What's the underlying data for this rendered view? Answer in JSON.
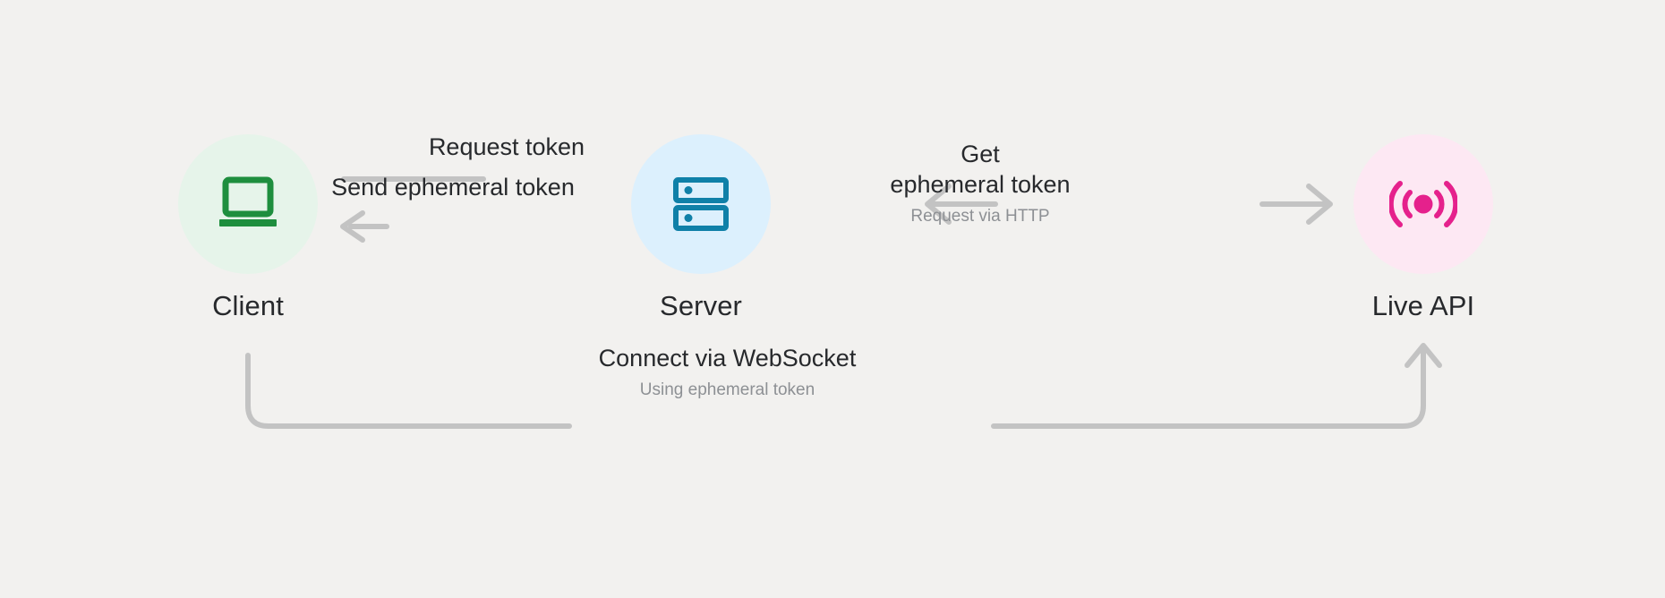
{
  "diagram": {
    "title": "Live API ephemeral token flow",
    "background_color": "#f2f1ef",
    "nodes": [
      {
        "id": "client",
        "label": "Client",
        "icon": "laptop-icon",
        "icon_color": "#1e8e3e",
        "circle_color": "#e6f4ea"
      },
      {
        "id": "server",
        "label": "Server",
        "icon": "server-rack-icon",
        "icon_color": "#0f80a8",
        "circle_color": "#dcf0fd"
      },
      {
        "id": "liveapi",
        "label": "Live API",
        "icon": "broadcast-signal-icon",
        "icon_color": "#e5218c",
        "circle_color": "#fde8f3"
      }
    ],
    "edges": [
      {
        "id": "request-token",
        "label": "Request token",
        "sublabel": "",
        "from": "client",
        "to": "server",
        "direction": "right"
      },
      {
        "id": "send-ephemeral-token",
        "label": "Send ephemeral token",
        "sublabel": "",
        "from": "server",
        "to": "client",
        "direction": "left"
      },
      {
        "id": "get-ephemeral-token",
        "label_line1": "Get",
        "label_line2": "ephemeral token",
        "label": "Get ephemeral token",
        "sublabel": "Request via HTTP",
        "from": "server",
        "to": "liveapi",
        "direction": "both"
      },
      {
        "id": "connect-websocket",
        "label": "Connect via WebSocket",
        "sublabel": "Using ephemeral token",
        "from": "client",
        "to": "liveapi",
        "direction": "right"
      }
    ],
    "colors": {
      "line": "#c3c3c3",
      "text_primary": "#27292c",
      "text_secondary": "#8d9094"
    }
  }
}
